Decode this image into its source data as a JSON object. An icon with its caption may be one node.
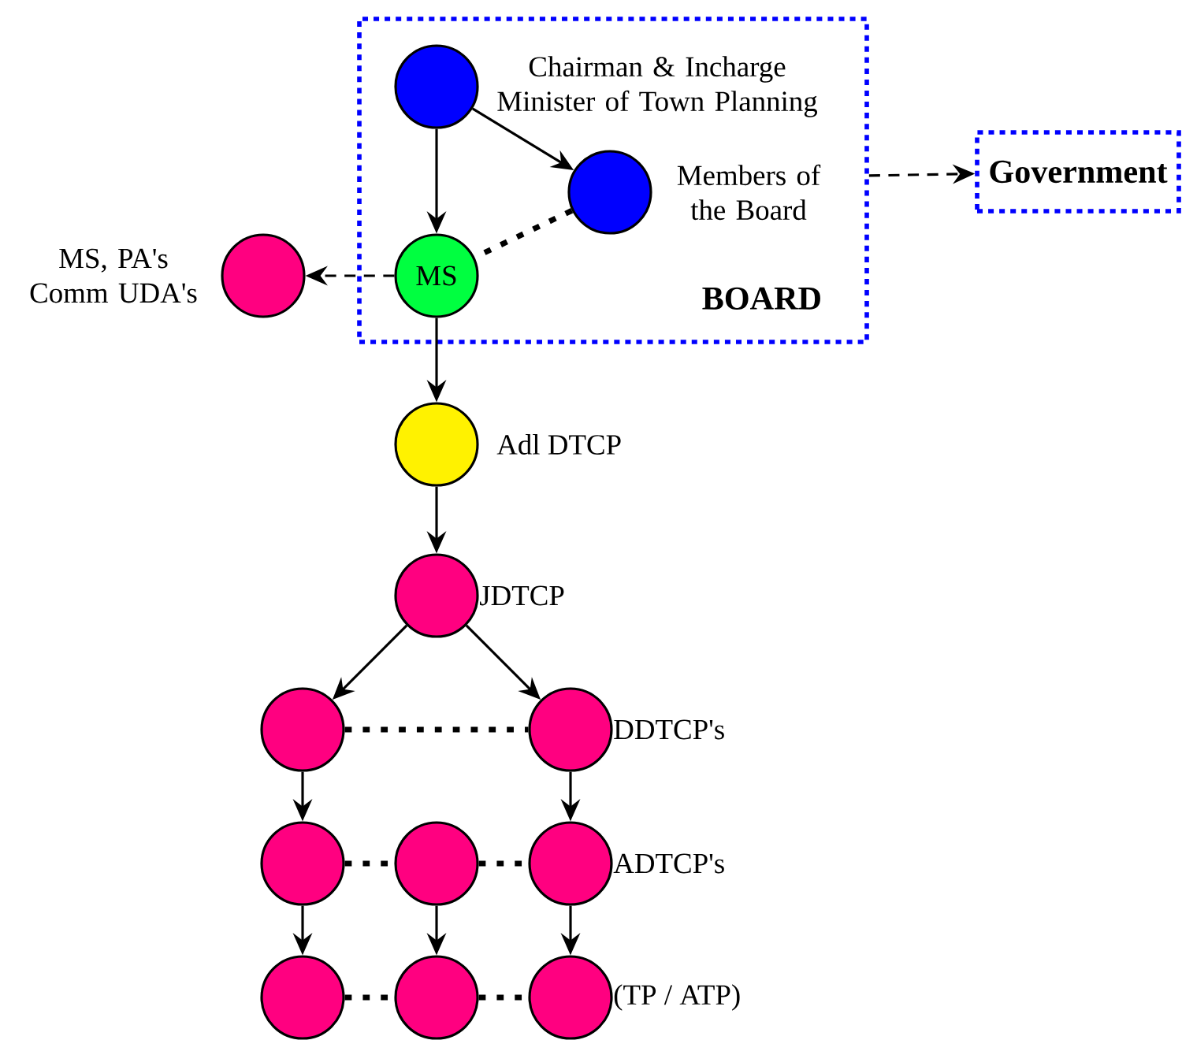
{
  "diagram": {
    "nodes": [
      {
        "text": [
          "BOARD"
        ]
      },
      {
        "text": [],
        "shape": "circle",
        "beside": [
          "Chairman & Incharge Minister of Town Planning"
        ],
        "in": 0
      },
      {
        "text": [],
        "shape": "circle",
        "beside": [
          "Members of the Board"
        ],
        "in": 0
      },
      {
        "text": [
          "MS"
        ],
        "in": 0
      },
      {
        "text": [],
        "shape": "circle",
        "beside": [
          "MS, PA's Comm UDA's"
        ]
      },
      {
        "text": [
          "Government"
        ]
      },
      {
        "text": [],
        "shape": "circle",
        "beside": [
          "Adl DTCP"
        ]
      },
      {
        "text": [],
        "shape": "circle",
        "beside": [
          "JDTCP"
        ]
      },
      {
        "text": [],
        "shape": "circle"
      },
      {
        "text": [],
        "shape": "circle",
        "beside": [
          "DDTCP's"
        ]
      },
      {
        "text": [],
        "shape": "circle"
      },
      {
        "text": [],
        "shape": "circle"
      },
      {
        "text": [],
        "shape": "circle",
        "beside": [
          "ADTCP's"
        ]
      },
      {
        "text": [],
        "shape": "circle"
      },
      {
        "text": [],
        "shape": "circle"
      },
      {
        "text": [],
        "shape": "circle",
        "beside": [
          "(TP / ATP)"
        ]
      }
    ],
    "edges": [
      {
        "from": 1,
        "to": 3,
        "arrow": "to"
      },
      {
        "from": 1,
        "to": 2,
        "arrow": "to"
      },
      {
        "from": 2,
        "to": 3,
        "arrow": "none",
        "style": "dashed"
      },
      {
        "from": 3,
        "to": 4,
        "arrow": "to",
        "style": "dashed"
      },
      {
        "from": 0,
        "to": 5,
        "arrow": "to",
        "style": "dashed"
      },
      {
        "from": 3,
        "to": 6,
        "arrow": "to"
      },
      {
        "from": 6,
        "to": 7,
        "arrow": "to"
      },
      {
        "from": 7,
        "to": 8,
        "arrow": "to"
      },
      {
        "from": 7,
        "to": 9,
        "arrow": "to"
      },
      {
        "from": 8,
        "to": 9,
        "arrow": "none",
        "style": "dashed"
      },
      {
        "from": 8,
        "to": 10,
        "arrow": "to"
      },
      {
        "from": 9,
        "to": 12,
        "arrow": "to"
      },
      {
        "from": 10,
        "to": 11,
        "arrow": "none",
        "style": "dashed"
      },
      {
        "from": 11,
        "to": 12,
        "arrow": "none",
        "style": "dashed"
      },
      {
        "from": 10,
        "to": 13,
        "arrow": "to"
      },
      {
        "from": 11,
        "to": 14,
        "arrow": "to"
      },
      {
        "from": 12,
        "to": 15,
        "arrow": "to"
      },
      {
        "from": 13,
        "to": 14,
        "arrow": "none",
        "style": "dashed"
      },
      {
        "from": 14,
        "to": 15,
        "arrow": "none",
        "style": "dashed"
      }
    ]
  }
}
